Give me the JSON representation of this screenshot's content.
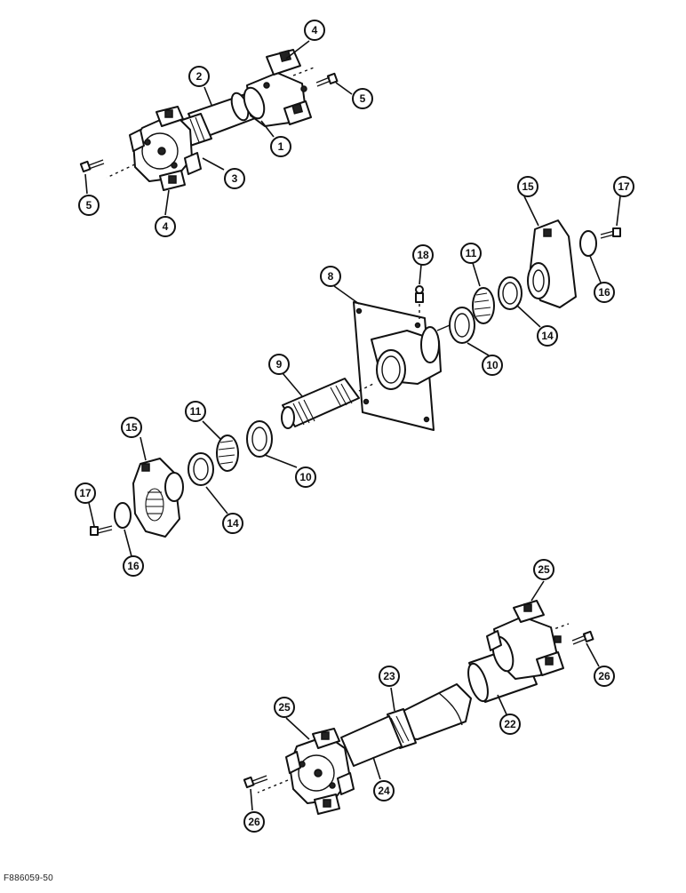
{
  "figure_id": "F886059-50",
  "callouts": [
    "1",
    "2",
    "3",
    "4",
    "4",
    "5",
    "5",
    "8",
    "9",
    "10",
    "10",
    "11",
    "11",
    "14",
    "14",
    "15",
    "15",
    "16",
    "16",
    "17",
    "17",
    "18",
    "22",
    "23",
    "24",
    "25",
    "25",
    "26",
    "26"
  ]
}
